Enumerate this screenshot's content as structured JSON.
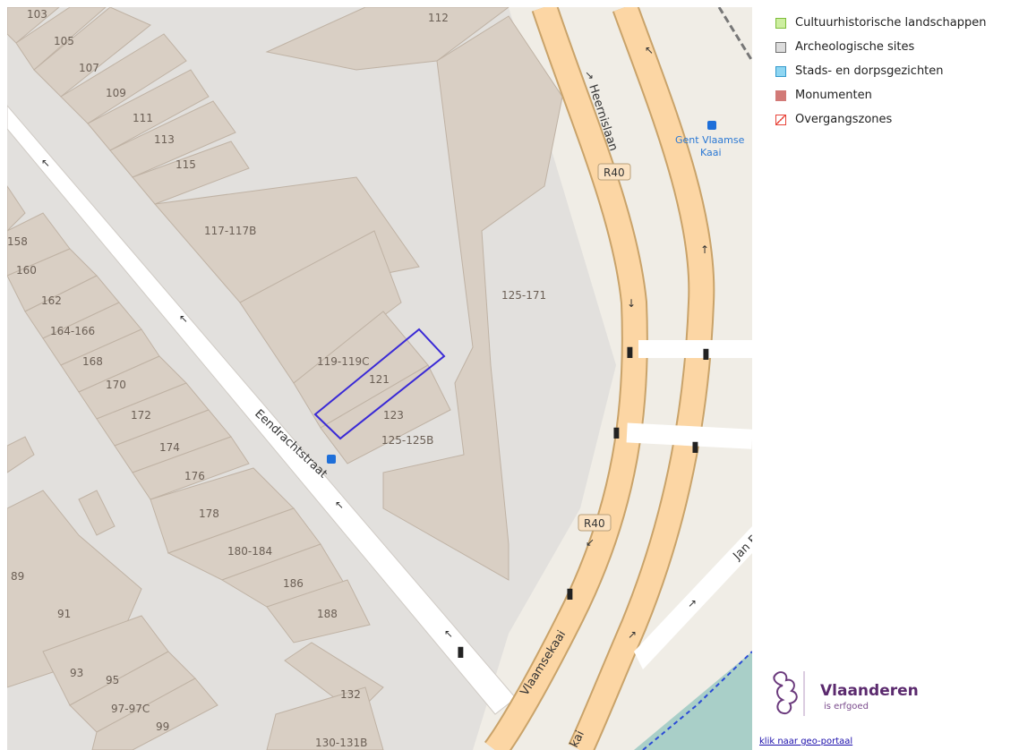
{
  "legend": {
    "items": [
      {
        "label": "Cultuurhistorische landschappen",
        "fill": "#cdeea0",
        "border": "#7dbd3a"
      },
      {
        "label": "Archeologische sites",
        "fill": "#dcdcdc",
        "border": "#6f6f6f"
      },
      {
        "label": "Stads- en dorpsgezichten",
        "fill": "#8fd6f2",
        "border": "#3399cc"
      },
      {
        "label": "Monumenten",
        "fill": "#d27a77",
        "border": "#d27a77"
      },
      {
        "label": "Overgangszones",
        "fill": "#ffffff",
        "border": "#e8443a"
      }
    ]
  },
  "map": {
    "streets": {
      "eendracht": "Eendrachtstraat",
      "heernis": "Heernislaan",
      "vlaamse": "Vlaamsekaai",
      "vlaamse2": "kai",
      "jan": "Jan F"
    },
    "route": {
      "r40a": "R40",
      "r40b": "R40"
    },
    "bus_stop": {
      "line1": "Gent Vlaamse",
      "line2": "Kaai"
    },
    "numbers": {
      "n103": "103",
      "n105": "105",
      "n107": "107",
      "n109": "109",
      "n111": "111",
      "n113": "113",
      "n115": "115",
      "n112": "112",
      "n117": "117-117B",
      "n125_171": "125-171",
      "n119": "119-119C",
      "n121": "121",
      "n123": "123",
      "n125": "125-125B",
      "n158": "158",
      "n160": "160",
      "n162": "162",
      "n164": "164-166",
      "n168": "168",
      "n170": "170",
      "n172": "172",
      "n174": "174",
      "n176": "176",
      "n178": "178",
      "n180": "180-184",
      "n186": "186",
      "n188": "188",
      "n89": "89",
      "n91": "91",
      "n93": "93",
      "n95": "95",
      "n97": "97-97C",
      "n99": "99",
      "n132": "132",
      "n130": "130-131B"
    }
  },
  "brand": {
    "name": "Vlaanderen",
    "tagline": "is erfgoed"
  },
  "portal_link": "klik naar geo-portaal",
  "colors": {
    "selection": "#3a2ad6",
    "building": "#d9cfc4",
    "road_primary": "#fcd6a4",
    "water": "#a9cfc8"
  }
}
